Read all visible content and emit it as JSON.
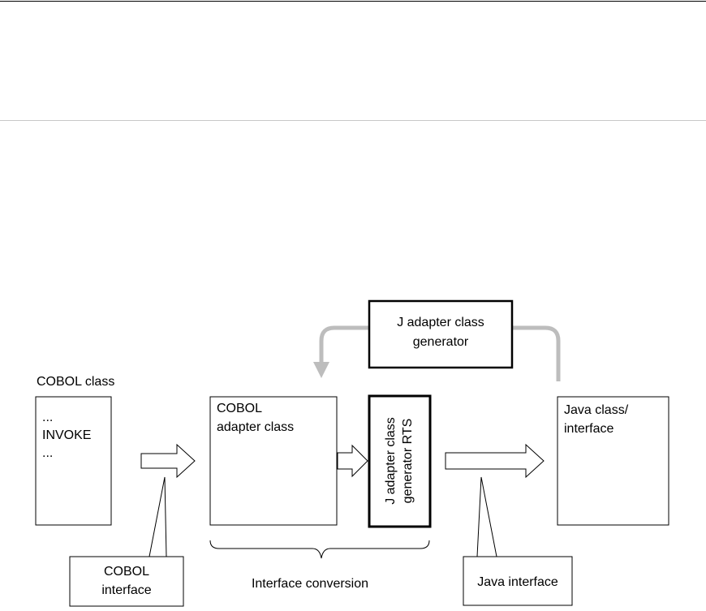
{
  "labels": {
    "cobol_class_title": "COBOL class",
    "cobol_class_body": [
      "...",
      "INVOKE",
      "..."
    ],
    "cobol_adapter": [
      "COBOL",
      "adapter class"
    ],
    "j_adapter_generator": [
      "J adapter class",
      "generator"
    ],
    "j_adapter_rts": [
      "J adapter class",
      "generator RTS"
    ],
    "java_class": [
      "Java class/",
      "interface"
    ],
    "cobol_interface": [
      "COBOL",
      "interface"
    ],
    "interface_conversion": "Interface conversion",
    "java_interface": "Java interface"
  },
  "colors": {
    "feedback_arrow": "#bdbdbd",
    "box_stroke": "#000000"
  }
}
